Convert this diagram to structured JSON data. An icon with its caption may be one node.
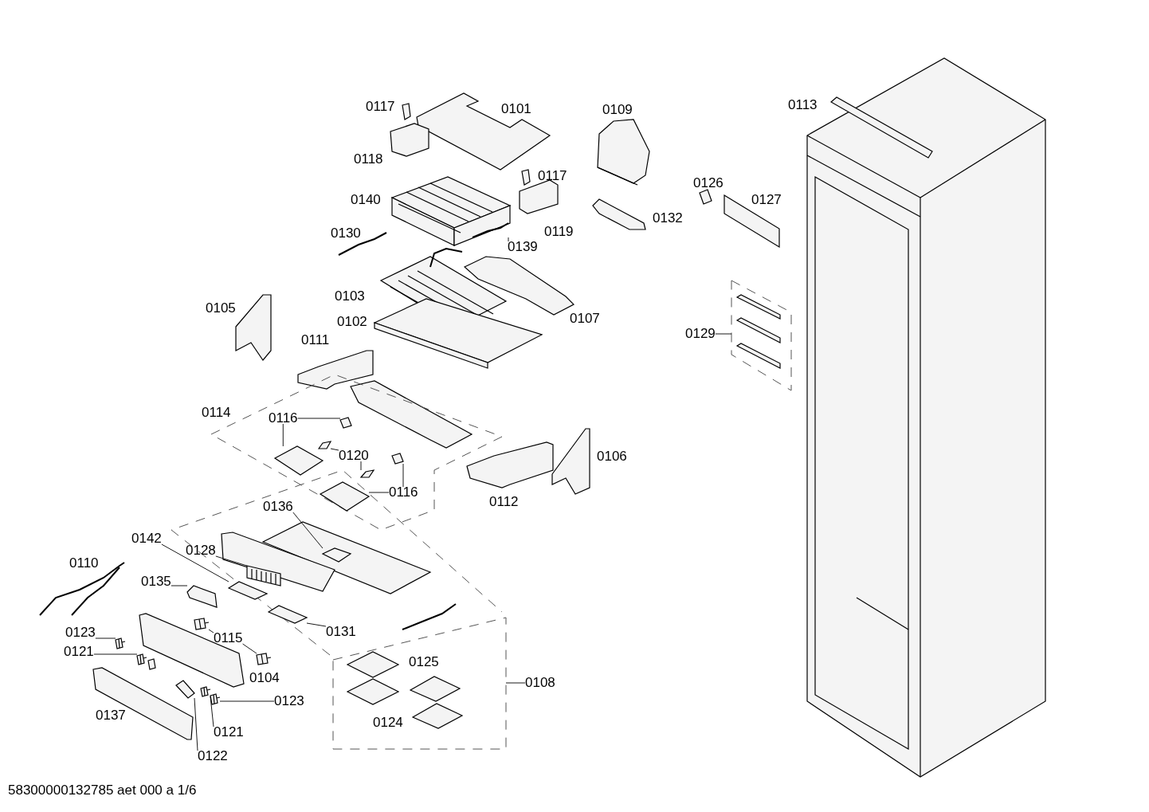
{
  "diagram": {
    "nodes": [
      {
        "text": [
          "0139"
        ]
      },
      {
        "text": [
          "0116"
        ]
      },
      {
        "text": [
          "0120"
        ]
      },
      {
        "text": [
          "0116"
        ]
      },
      {
        "text": [
          "0136"
        ]
      },
      {
        "text": [
          "0142"
        ]
      },
      {
        "text": [
          "0128"
        ]
      },
      {
        "text": [
          "0135"
        ]
      },
      {
        "text": [
          "0131"
        ]
      },
      {
        "text": [
          "0115"
        ]
      },
      {
        "text": [
          "0123"
        ]
      },
      {
        "text": [
          "0121"
        ]
      },
      {
        "text": [
          "0123"
        ]
      },
      {
        "text": [
          "0121"
        ]
      },
      {
        "text": [
          "0122"
        ]
      },
      {
        "text": [
          "0108"
        ]
      },
      {
        "text": [
          "0129"
        ]
      },
      {
        "text": [],
        "shape": "picture"
      },
      {
        "text": [],
        "shape": "picture"
      },
      {
        "text": [],
        "shape": "picture"
      },
      {
        "text": [],
        "shape": "picture"
      },
      {
        "text": [],
        "shape": "picture"
      },
      {
        "text": [],
        "shape": "picture"
      },
      {
        "text": [],
        "shape": "picture"
      },
      {
        "text": [],
        "shape": "picture"
      },
      {
        "text": [],
        "shape": "picture"
      },
      {
        "text": [],
        "shape": "picture"
      },
      {
        "text": [],
        "shape": "picture"
      },
      {
        "text": [],
        "shape": "picture"
      },
      {
        "text": [],
        "shape": "picture"
      },
      {
        "text": [],
        "shape": "picture"
      },
      {
        "text": [],
        "shape": "picture"
      },
      {
        "text": [],
        "shape": "picture"
      },
      {
        "text": [],
        "shape": "picture"
      },
      {
        "text": [],
        "shape": "picture"
      },
      {
        "text": [],
        "shape": "picture"
      },
      {
        "text": [],
        "shape": "box"
      },
      {
        "text": [],
        "shape": "box"
      }
    ],
    "edges": [
      {
        "from": 0,
        "to": 17,
        "arrow": "none"
      },
      {
        "from": 1,
        "to": 18,
        "arrow": "none"
      },
      {
        "from": 1,
        "to": 19,
        "arrow": "none"
      },
      {
        "from": 2,
        "to": 20,
        "arrow": "none"
      },
      {
        "from": 2,
        "to": 21,
        "arrow": "none"
      },
      {
        "from": 3,
        "to": 22,
        "arrow": "none"
      },
      {
        "from": 3,
        "to": 23,
        "arrow": "none"
      },
      {
        "from": 4,
        "to": 24,
        "arrow": "none"
      },
      {
        "from": 5,
        "to": 25,
        "arrow": "none"
      },
      {
        "from": 6,
        "to": 26,
        "arrow": "none"
      },
      {
        "from": 7,
        "to": 27,
        "arrow": "none"
      },
      {
        "from": 8,
        "to": 28,
        "arrow": "none"
      },
      {
        "from": 9,
        "to": 29,
        "arrow": "none"
      },
      {
        "from": 9,
        "to": 30,
        "arrow": "none"
      },
      {
        "from": 10,
        "to": 31,
        "arrow": "none"
      },
      {
        "from": 11,
        "to": 32,
        "arrow": "none"
      },
      {
        "from": 12,
        "to": 33,
        "arrow": "none"
      },
      {
        "from": 13,
        "to": 34,
        "arrow": "none"
      },
      {
        "from": 14,
        "to": 35,
        "arrow": "none"
      },
      {
        "from": 15,
        "to": 36,
        "arrow": "none"
      },
      {
        "from": 16,
        "to": 37,
        "arrow": "none"
      }
    ],
    "labels": [
      "0113",
      "0117",
      "0101",
      "0109",
      "0118",
      "0117",
      "0126",
      "0140",
      "0127",
      "0132",
      "0130",
      "0119",
      "0103",
      "0105",
      "0107",
      "0102",
      "0111",
      "0114",
      "0106",
      "0112",
      "0110",
      "0125",
      "0104",
      "0137",
      "0124",
      "58300000132785 aet 000 a 1/6"
    ]
  }
}
